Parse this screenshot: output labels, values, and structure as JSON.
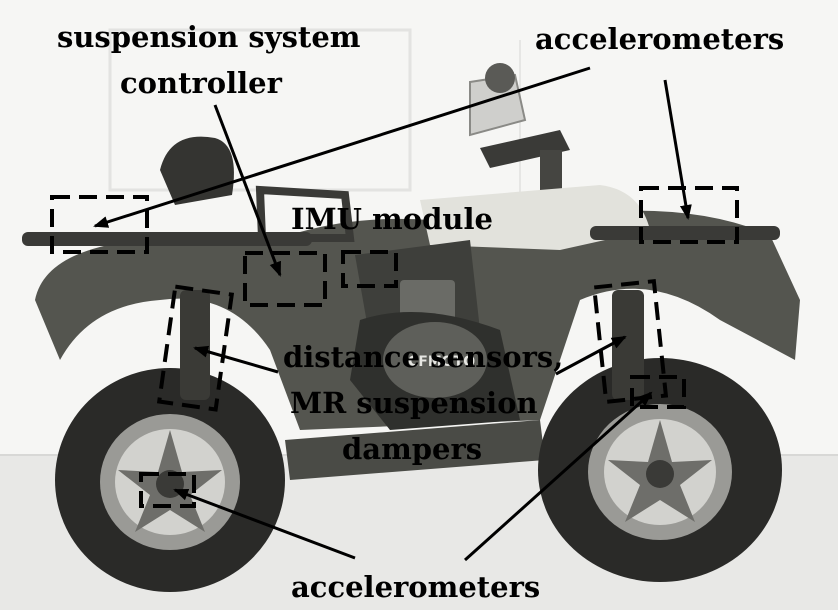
{
  "labels": {
    "controller_line1": "suspension system",
    "controller_line2": "controller",
    "accel_top": "accelerometers",
    "imu": "IMU module",
    "distance_line1": "distance sensors,",
    "distance_line2": "MR suspension",
    "distance_line3": "dampers",
    "accel_bottom": "accelerometers"
  },
  "brand_mark": "CFMOTO",
  "colors": {
    "annotation": "#000000",
    "background": "#f4f4f2",
    "vehicle_body": "#4a4b47",
    "tire": "#2a2a28"
  }
}
